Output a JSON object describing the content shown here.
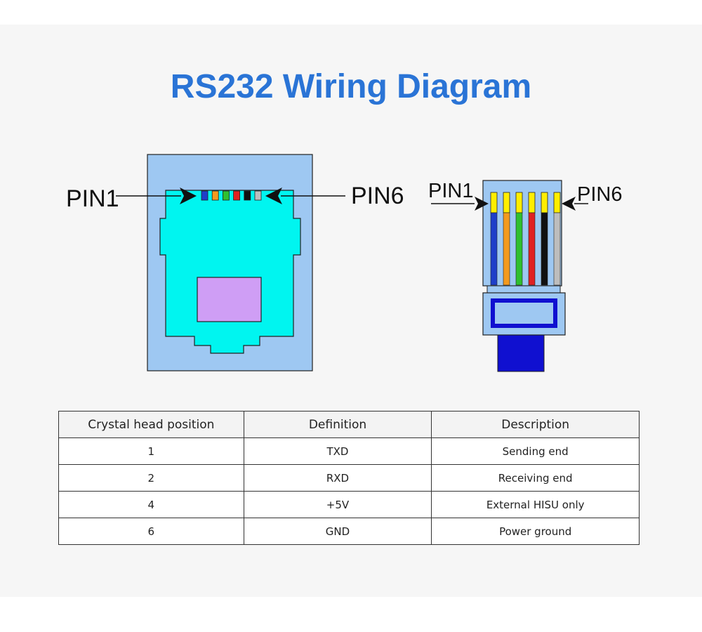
{
  "title": "RS232 Wiring Diagram",
  "socket": {
    "left_label": "PIN1",
    "right_label": "PIN6",
    "contact_colors": [
      "#1f3ec9",
      "#f39a1f",
      "#2fbf2f",
      "#e02222",
      "#111111",
      "#bdbdbd"
    ]
  },
  "plug": {
    "left_label": "PIN1",
    "right_label": "PIN6",
    "tip_color": "#ffee00",
    "wire_colors": [
      "#1f3ec9",
      "#f39a1f",
      "#2fbf2f",
      "#e02222",
      "#111111",
      "#bdbdbd"
    ]
  },
  "colors": {
    "housing": "#9ec8f2",
    "socket_body": "#00f5f0",
    "latch_window": "#cf9ef5",
    "plug_boot": "#1010d0",
    "title": "#2a74d6"
  },
  "table": {
    "headers": [
      "Crystal head position",
      "Definition",
      "Description"
    ],
    "rows": [
      [
        "1",
        "TXD",
        "Sending end"
      ],
      [
        "2",
        "RXD",
        "Receiving end"
      ],
      [
        "4",
        "+5V",
        "External HISU only"
      ],
      [
        "6",
        "GND",
        "Power ground"
      ]
    ]
  }
}
